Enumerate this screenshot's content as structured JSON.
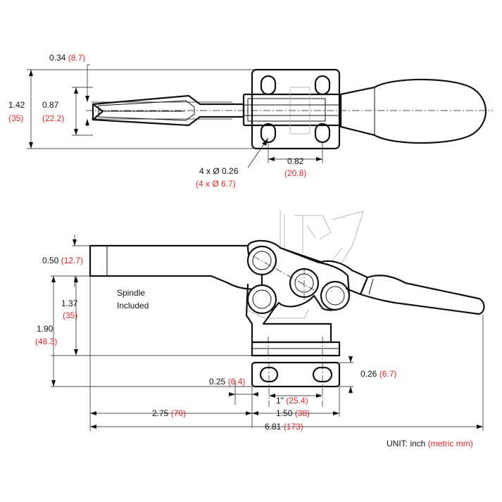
{
  "colors": {
    "line": "#111111",
    "metric": "#e0262b",
    "background": "#ffffff"
  },
  "top_view": {
    "dim_slot_width": {
      "inch": "0.34",
      "metric": "(8.7)"
    },
    "dim_height": {
      "inch": "1.42",
      "metric": "(35)"
    },
    "dim_arm_width": {
      "inch": "0.87",
      "metric": "(22.2)"
    },
    "dim_hole_spacing": {
      "inch": "0.82",
      "metric": "(20.8)"
    },
    "dim_holes": {
      "inch": "4 x Ø 0.26",
      "metric": "(4 x Ø 6.7)"
    }
  },
  "side_view": {
    "dim_bar_thickness": {
      "inch": "0.50",
      "metric": "(12.7)"
    },
    "dim_height_137": {
      "inch": "1.37",
      "metric": "(35)"
    },
    "dim_height_190": {
      "inch": "1.90",
      "metric": "(48.3)"
    },
    "dim_base_edge": {
      "inch": "0.25",
      "metric": "(6.4)"
    },
    "dim_base_thickness": {
      "inch": "0.26",
      "metric": "(6.7)"
    },
    "dim_hole_pitch": {
      "inch": "1\"",
      "metric": "(25.4)"
    },
    "dim_to_base": {
      "inch": "2.75",
      "metric": "(70)"
    },
    "dim_base_length": {
      "inch": "1.50",
      "metric": "(38)"
    },
    "dim_overall": {
      "inch": "6.81",
      "metric": "(173)"
    },
    "spindle_note": [
      "Spindle",
      "Included"
    ]
  },
  "unit_note": {
    "inch": "UNIT: inch",
    "metric": "(metric mm)"
  }
}
